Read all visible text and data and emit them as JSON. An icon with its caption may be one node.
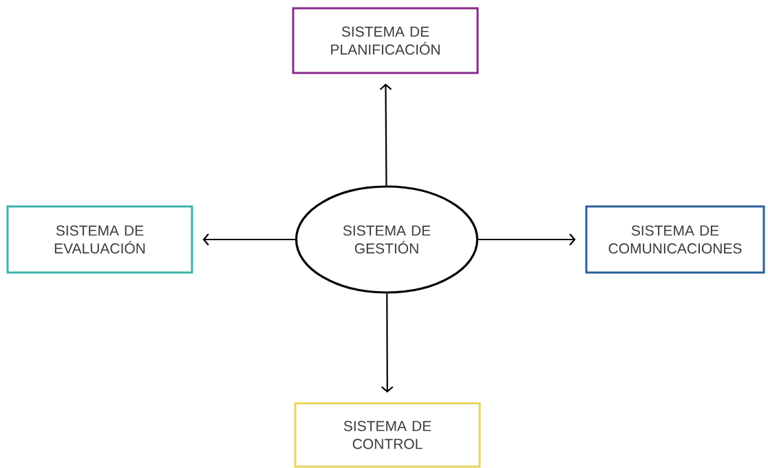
{
  "diagram": {
    "nodes": [
      {
        "text": [
          "SISTEMA DE GESTIÓN"
        ]
      },
      {
        "text": [
          "SISTEMA DE PLANIFICACIÓN"
        ]
      },
      {
        "text": [
          "SISTEMA DE EVALUACIÓN"
        ]
      },
      {
        "text": [
          "SISTEMA DE COMUNICACIONES"
        ]
      },
      {
        "text": [
          "SISTEMA DE CONTROL"
        ]
      }
    ],
    "edges": [
      {
        "from": 0,
        "to": 1,
        "arrow": "to"
      },
      {
        "from": 0,
        "to": 2,
        "arrow": "to"
      },
      {
        "from": 0,
        "to": 3,
        "arrow": "to"
      },
      {
        "from": 0,
        "to": 4,
        "arrow": "to"
      }
    ]
  }
}
